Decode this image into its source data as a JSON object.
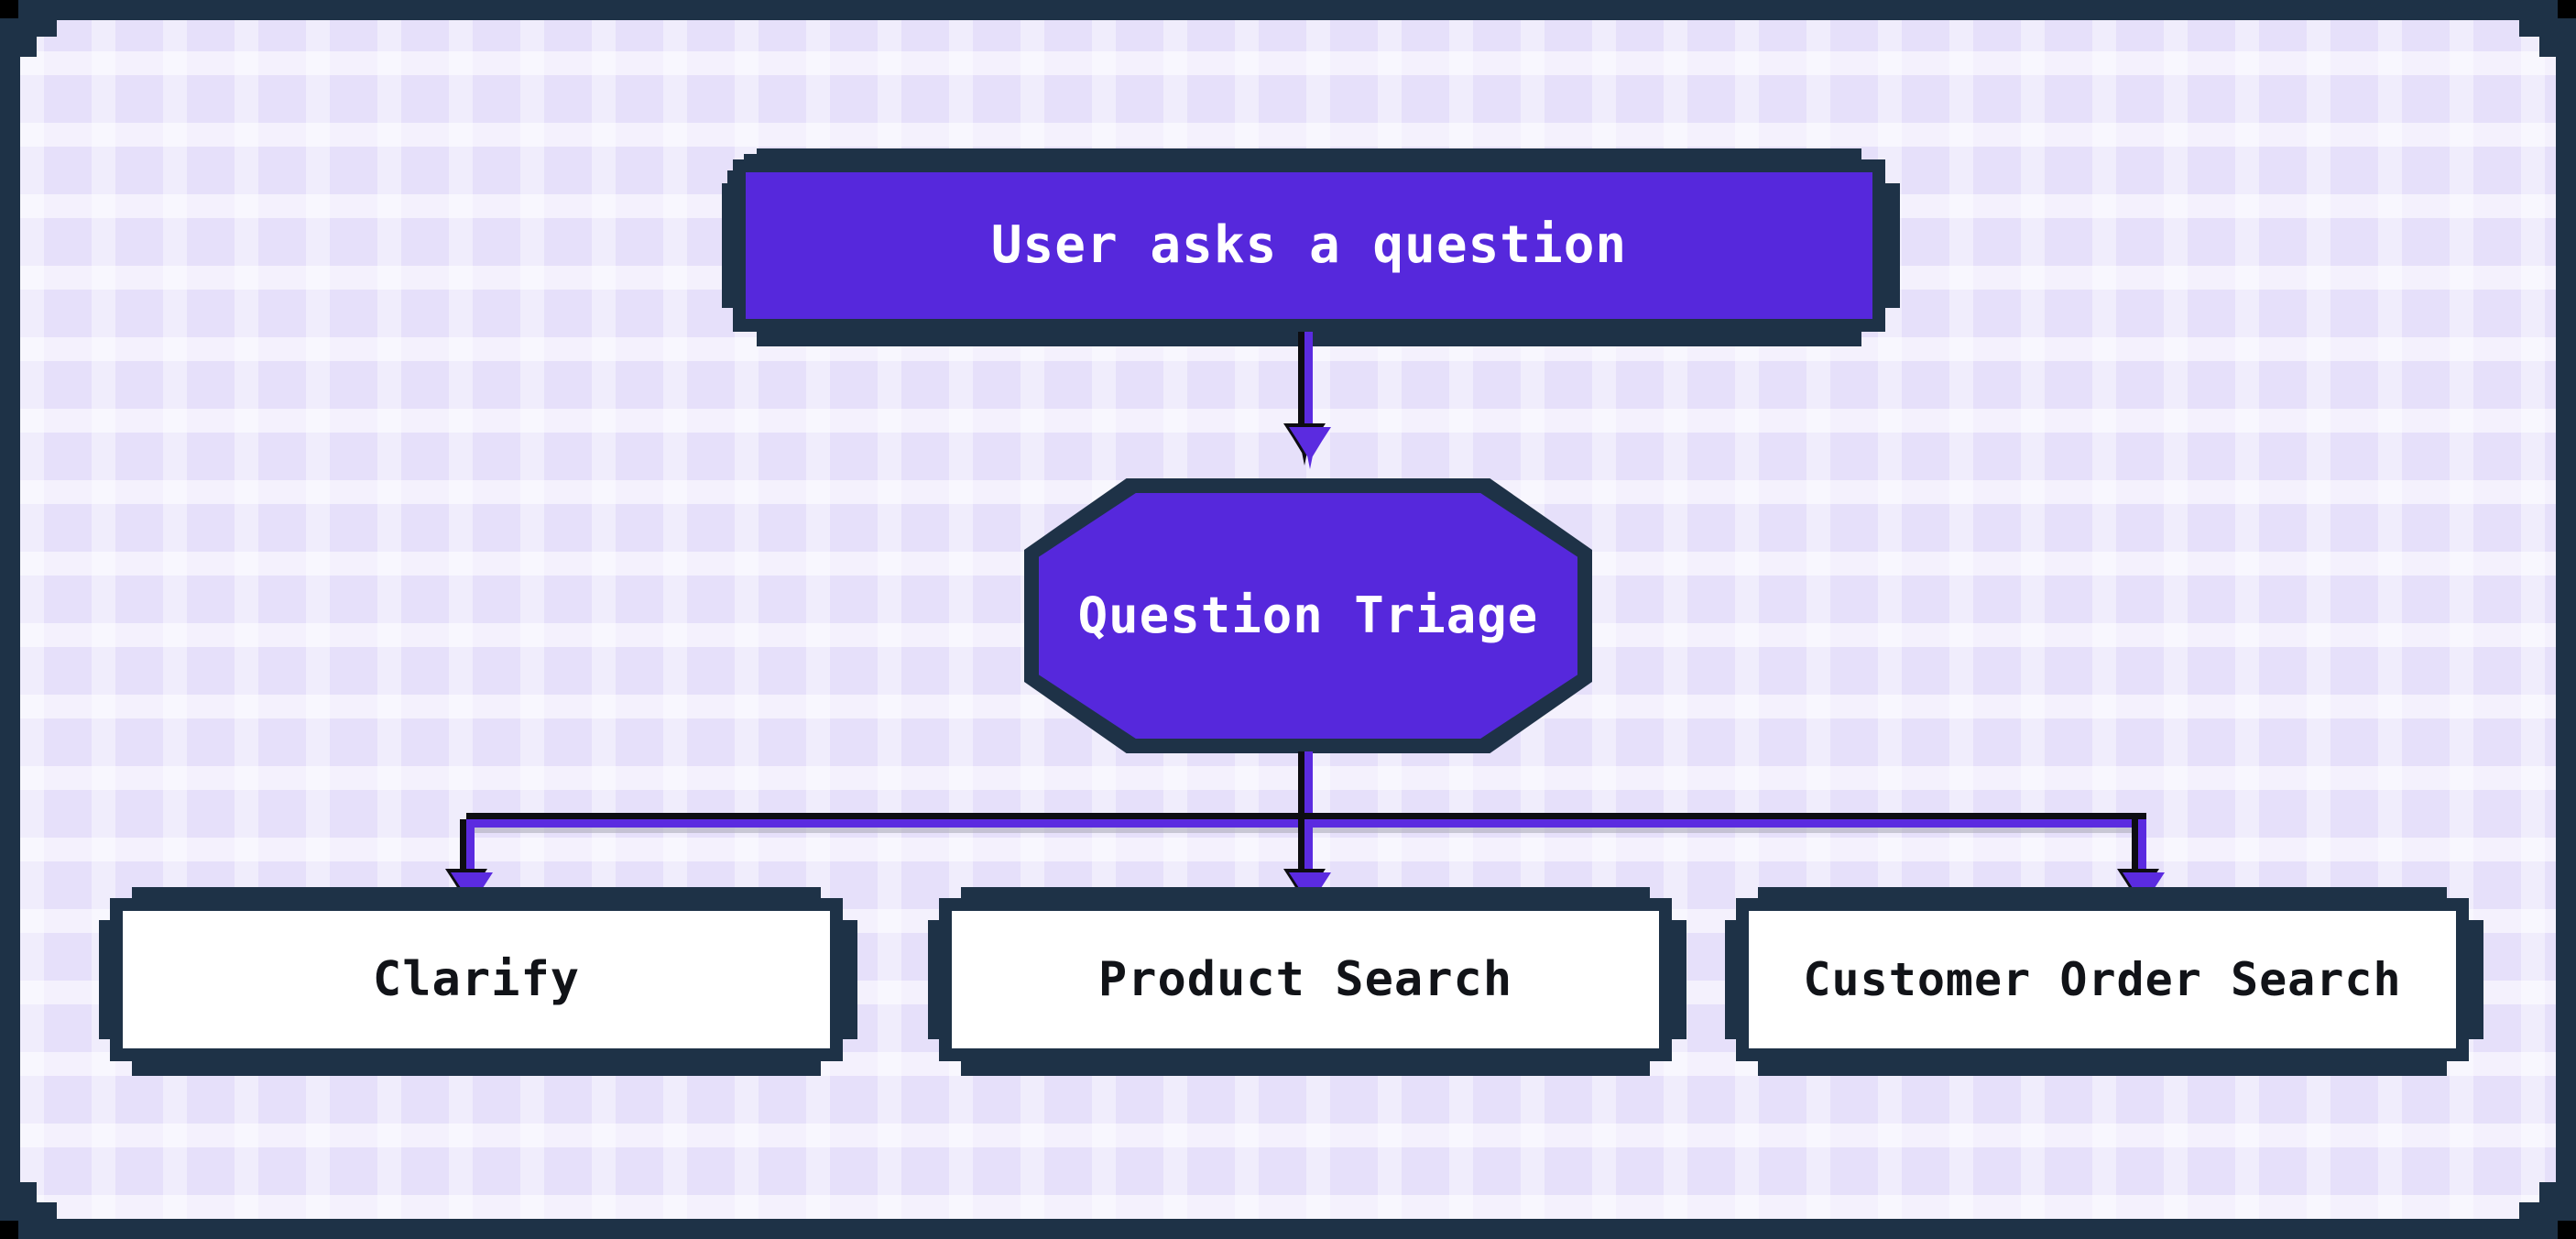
{
  "diagram": {
    "type": "flowchart",
    "direction": "top-down",
    "theme": {
      "frame_color": "#1E3247",
      "canvas_background": "#E6E0FA",
      "node_fill_primary": "#5628DC",
      "node_fill_leaf": "#FFFFFF",
      "node_border": "#1E3247",
      "node_text_primary": "#FFFFFF",
      "node_text_leaf": "#111318",
      "connector_color": "#5B2BE0",
      "connector_shadow": "#0d0d12"
    },
    "nodes": [
      {
        "id": "start",
        "label": "User asks a question",
        "shape": "rounded-rectangle",
        "role": "start"
      },
      {
        "id": "triage",
        "label": "Question Triage",
        "shape": "octagon",
        "role": "decision"
      },
      {
        "id": "clarify",
        "label": "Clarify",
        "shape": "rounded-rectangle",
        "role": "leaf"
      },
      {
        "id": "product",
        "label": "Product Search",
        "shape": "rounded-rectangle",
        "role": "leaf"
      },
      {
        "id": "customer",
        "label": "Customer Order Search",
        "shape": "rounded-rectangle",
        "role": "leaf"
      }
    ],
    "edges": [
      {
        "from": "start",
        "to": "triage",
        "style": "straight-arrow"
      },
      {
        "from": "triage",
        "to": "clarify",
        "style": "elbow-arrow"
      },
      {
        "from": "triage",
        "to": "product",
        "style": "straight-arrow"
      },
      {
        "from": "triage",
        "to": "customer",
        "style": "elbow-arrow"
      }
    ]
  }
}
